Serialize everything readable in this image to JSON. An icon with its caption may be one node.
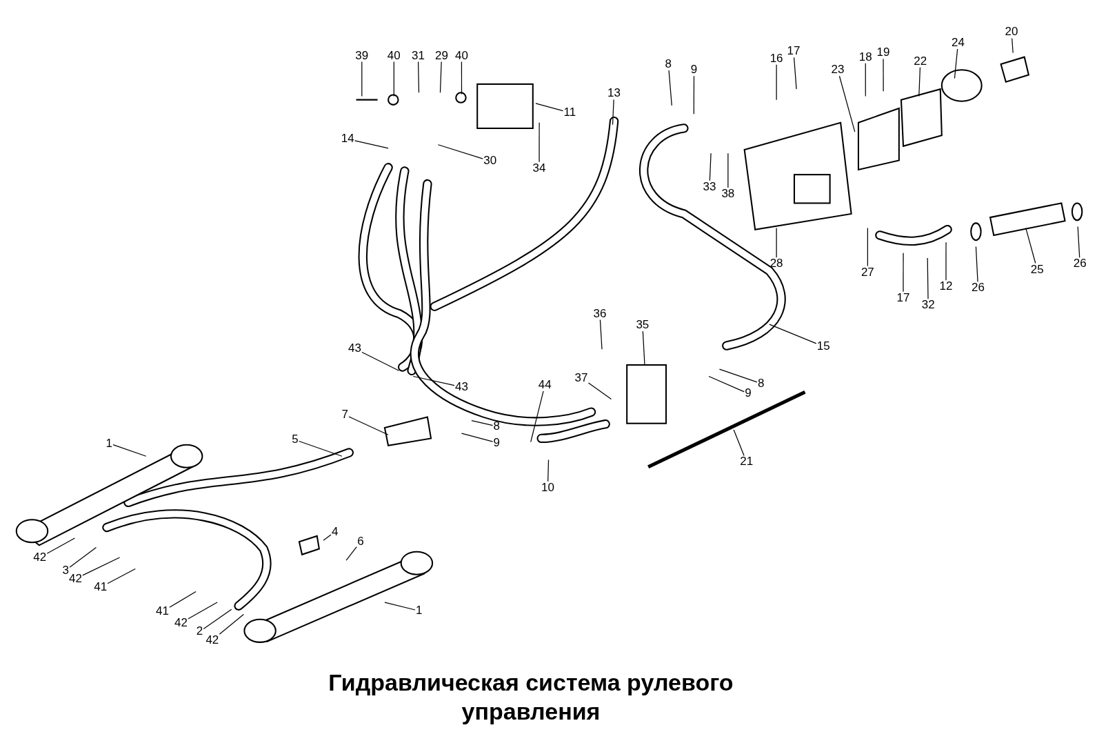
{
  "diagram": {
    "title": "Гидравлическая система рулевого управления",
    "nodes": [
      {
        "text": [
          "39"
        ]
      },
      {
        "text": [
          "40"
        ]
      },
      {
        "text": [
          "31"
        ]
      },
      {
        "text": [
          "29"
        ]
      },
      {
        "text": [
          "40"
        ]
      },
      {
        "text": [
          "11"
        ]
      },
      {
        "text": [
          "14"
        ]
      },
      {
        "text": [
          "30"
        ]
      },
      {
        "text": [
          "34"
        ]
      },
      {
        "text": [
          "13"
        ]
      },
      {
        "text": [
          "8"
        ]
      },
      {
        "text": [
          "9"
        ]
      },
      {
        "text": [
          "16"
        ]
      },
      {
        "text": [
          "17"
        ]
      },
      {
        "text": [
          "23"
        ]
      },
      {
        "text": [
          "18"
        ]
      },
      {
        "text": [
          "19"
        ]
      },
      {
        "text": [
          "22"
        ]
      },
      {
        "text": [
          "24"
        ]
      },
      {
        "text": [
          "20"
        ]
      },
      {
        "text": [
          "33"
        ]
      },
      {
        "text": [
          "38"
        ]
      },
      {
        "text": [
          "28"
        ]
      },
      {
        "text": [
          "27"
        ]
      },
      {
        "text": [
          "17"
        ]
      },
      {
        "text": [
          "32"
        ]
      },
      {
        "text": [
          "12"
        ]
      },
      {
        "text": [
          "26"
        ]
      },
      {
        "text": [
          "25"
        ]
      },
      {
        "text": [
          "26"
        ]
      },
      {
        "text": [
          "15"
        ]
      },
      {
        "text": [
          "36"
        ]
      },
      {
        "text": [
          "35"
        ]
      },
      {
        "text": [
          "8"
        ]
      },
      {
        "text": [
          "9"
        ]
      },
      {
        "text": [
          "37"
        ]
      },
      {
        "text": [
          "44"
        ]
      },
      {
        "text": [
          "43"
        ]
      },
      {
        "text": [
          "43"
        ]
      },
      {
        "text": [
          "7"
        ]
      },
      {
        "text": [
          "8"
        ]
      },
      {
        "text": [
          "9"
        ]
      },
      {
        "text": [
          "21"
        ]
      },
      {
        "text": [
          "10"
        ]
      },
      {
        "text": [
          "1"
        ]
      },
      {
        "text": [
          "5"
        ]
      },
      {
        "text": [
          "4"
        ]
      },
      {
        "text": [
          "6"
        ]
      },
      {
        "text": [
          "42"
        ]
      },
      {
        "text": [
          "3"
        ]
      },
      {
        "text": [
          "42"
        ]
      },
      {
        "text": [
          "41"
        ]
      },
      {
        "text": [
          "41"
        ]
      },
      {
        "text": [
          "42"
        ]
      },
      {
        "text": [
          "2"
        ]
      },
      {
        "text": [
          "42"
        ]
      },
      {
        "text": [
          "1"
        ]
      }
    ],
    "edges": [
      {
        "from": 0,
        "to": null,
        "arrow": "none"
      },
      {
        "from": 1,
        "to": null,
        "arrow": "none"
      },
      {
        "from": 2,
        "to": null,
        "arrow": "none"
      },
      {
        "from": 3,
        "to": null,
        "arrow": "none"
      },
      {
        "from": 4,
        "to": null,
        "arrow": "none"
      },
      {
        "from": 5,
        "to": null,
        "arrow": "none"
      },
      {
        "from": 6,
        "to": null,
        "arrow": "none"
      },
      {
        "from": 7,
        "to": null,
        "arrow": "none"
      },
      {
        "from": 8,
        "to": null,
        "arrow": "none"
      },
      {
        "from": 9,
        "to": null,
        "arrow": "none"
      },
      {
        "from": 10,
        "to": null,
        "arrow": "none"
      },
      {
        "from": 11,
        "to": null,
        "arrow": "none"
      },
      {
        "from": 12,
        "to": null,
        "arrow": "none"
      },
      {
        "from": 13,
        "to": null,
        "arrow": "none"
      },
      {
        "from": 14,
        "to": null,
        "arrow": "none"
      },
      {
        "from": 15,
        "to": null,
        "arrow": "none"
      },
      {
        "from": 16,
        "to": null,
        "arrow": "none"
      },
      {
        "from": 17,
        "to": null,
        "arrow": "none"
      },
      {
        "from": 18,
        "to": null,
        "arrow": "none"
      },
      {
        "from": 19,
        "to": null,
        "arrow": "none"
      },
      {
        "from": 20,
        "to": null,
        "arrow": "none"
      },
      {
        "from": 21,
        "to": null,
        "arrow": "none"
      },
      {
        "from": 22,
        "to": null,
        "arrow": "none"
      },
      {
        "from": 23,
        "to": null,
        "arrow": "none"
      },
      {
        "from": 24,
        "to": null,
        "arrow": "none"
      },
      {
        "from": 25,
        "to": null,
        "arrow": "none"
      },
      {
        "from": 26,
        "to": null,
        "arrow": "none"
      },
      {
        "from": 27,
        "to": null,
        "arrow": "none"
      },
      {
        "from": 28,
        "to": null,
        "arrow": "none"
      },
      {
        "from": 29,
        "to": null,
        "arrow": "none"
      },
      {
        "from": 30,
        "to": null,
        "arrow": "none"
      },
      {
        "from": 31,
        "to": null,
        "arrow": "none"
      },
      {
        "from": 32,
        "to": null,
        "arrow": "none"
      },
      {
        "from": 33,
        "to": null,
        "arrow": "none"
      },
      {
        "from": 34,
        "to": null,
        "arrow": "none"
      },
      {
        "from": 35,
        "to": null,
        "arrow": "none"
      },
      {
        "from": 36,
        "to": null,
        "arrow": "none"
      },
      {
        "from": 37,
        "to": null,
        "arrow": "none"
      },
      {
        "from": 38,
        "to": null,
        "arrow": "none"
      },
      {
        "from": 39,
        "to": null,
        "arrow": "none"
      },
      {
        "from": 40,
        "to": null,
        "arrow": "none"
      },
      {
        "from": 41,
        "to": null,
        "arrow": "none"
      },
      {
        "from": 42,
        "to": null,
        "arrow": "none"
      },
      {
        "from": 43,
        "to": null,
        "arrow": "none"
      },
      {
        "from": 44,
        "to": null,
        "arrow": "none"
      },
      {
        "from": 45,
        "to": null,
        "arrow": "none"
      },
      {
        "from": 46,
        "to": null,
        "arrow": "none"
      },
      {
        "from": 47,
        "to": null,
        "arrow": "none"
      },
      {
        "from": 48,
        "to": null,
        "arrow": "none"
      },
      {
        "from": 49,
        "to": null,
        "arrow": "none"
      },
      {
        "from": 50,
        "to": null,
        "arrow": "none"
      },
      {
        "from": 51,
        "to": null,
        "arrow": "none"
      },
      {
        "from": 52,
        "to": null,
        "arrow": "none"
      },
      {
        "from": 53,
        "to": null,
        "arrow": "none"
      },
      {
        "from": 54,
        "to": null,
        "arrow": "none"
      },
      {
        "from": 55,
        "to": null,
        "arrow": "none"
      },
      {
        "from": 56,
        "to": null,
        "arrow": "none"
      }
    ]
  }
}
